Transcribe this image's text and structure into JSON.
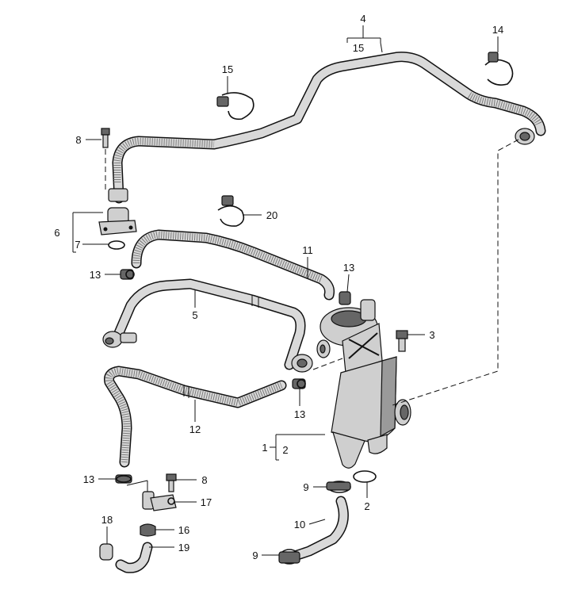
{
  "callouts": {
    "c4": "4",
    "c15_top": "15",
    "c14": "14",
    "c15_clamp": "15",
    "c8_top": "8",
    "c20": "20",
    "c6": "6",
    "c7": "7",
    "c11": "11",
    "c13_left": "13",
    "c13_mid": "13",
    "c3": "3",
    "c5": "5",
    "c13_sep": "13",
    "c12": "12",
    "c1": "1",
    "c2_bracket": "2",
    "c13_bottom": "13",
    "c8_bottom": "8",
    "c17": "17",
    "c9_upper": "9",
    "c2_gasket": "2",
    "c18": "18",
    "c16": "16",
    "c10": "10",
    "c19": "19",
    "c9_lower": "9"
  }
}
